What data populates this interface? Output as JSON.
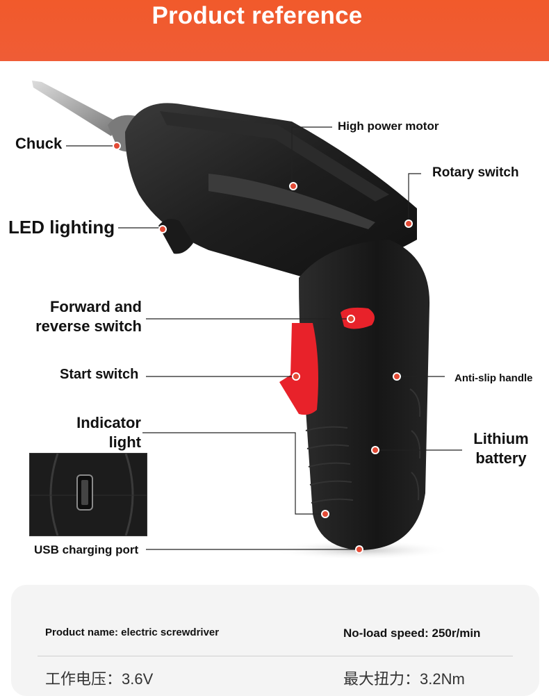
{
  "header": {
    "title": "Product reference"
  },
  "callouts": {
    "chuck": "Chuck",
    "led_lighting": "LED lighting",
    "forward_reverse_line1": "Forward and",
    "forward_reverse_line2": "reverse switch",
    "start_switch": "Start switch",
    "indicator_line1": "Indicator",
    "indicator_line2": "light",
    "usb_port": "USB charging port",
    "high_power_motor": "High power motor",
    "rotary_switch": "Rotary switch",
    "anti_slip_handle": "Anti-slip handle",
    "lithium_line1": "Lithium",
    "lithium_line2": "battery"
  },
  "specs": {
    "product_name": "Product name: electric screwdriver",
    "no_load_speed": "No-load speed: 250r/min",
    "voltage": "工作电压：3.6V",
    "max_torque": "最大扭力：3.2Nm"
  },
  "colors": {
    "header_bg": "#f15a2b",
    "body_color": "#1f1f1f",
    "switch_red": "#e8222a",
    "dot_color": "#e34a35"
  },
  "icons": {
    "usb_port": "micro-usb-port-icon"
  }
}
